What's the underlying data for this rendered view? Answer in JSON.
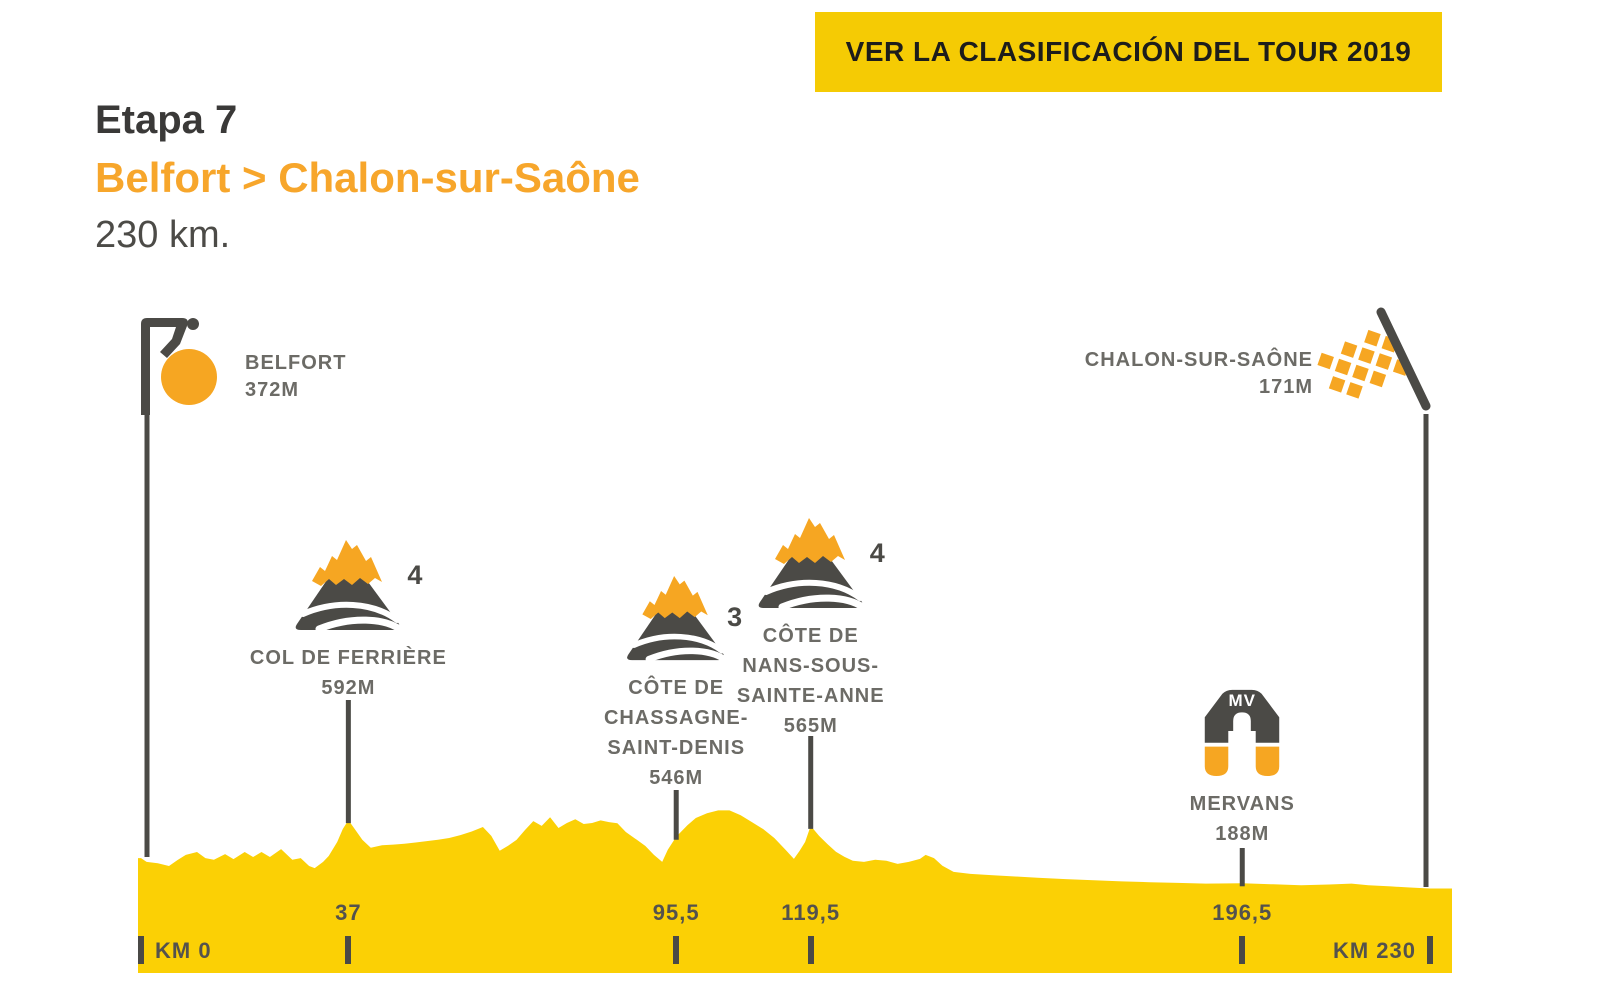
{
  "banner": {
    "label": "VER LA CLASIFICACIÓN DEL TOUR 2019"
  },
  "header": {
    "stage_label": "Etapa 7",
    "route": "Belfort > Chalon-sur-Saône",
    "distance": "230 km."
  },
  "colors": {
    "yellow": "#FBD005",
    "banner_yellow": "#F5CB04",
    "orange": "#F6A622",
    "dark_gray": "#4B4A46",
    "label_gray": "#6C6B66",
    "heading_dark": "#3A3938",
    "route_orange": "#F7A62B",
    "banner_text": "#1D1D1B"
  },
  "chart_data": {
    "type": "area",
    "title": "Etapa 7 — Belfort > Chalon-sur-Saône — perfil de la etapa",
    "x_unit": "km",
    "y_unit": "m",
    "xlim": [
      0,
      230
    ],
    "grid": false,
    "legend": false,
    "start": {
      "name": "BELFORT",
      "elevation_label": "372M",
      "elevation_m": 372,
      "km": 0
    },
    "finish": {
      "name": "CHALON-SUR-SAÔNE",
      "elevation_label": "171M",
      "elevation_m": 171,
      "km": 230
    },
    "waypoints": [
      {
        "kind": "climb",
        "category": "4",
        "name_lines": [
          "COL DE FERRIÈRE"
        ],
        "elevation_label": "592M",
        "elevation_m": 592,
        "km": 37,
        "tick_label": "37"
      },
      {
        "kind": "climb",
        "category": "3",
        "name_lines": [
          "CÔTE DE",
          "CHASSAGNE-",
          "SAINT-DENIS"
        ],
        "elevation_label": "546M",
        "elevation_m": 546,
        "km": 95.5,
        "tick_label": "95,5"
      },
      {
        "kind": "climb",
        "category": "4",
        "name_lines": [
          "CÔTE DE",
          "NANS-SOUS-",
          "SAINTE-ANNE"
        ],
        "elevation_label": "565M",
        "elevation_m": 565,
        "km": 119.5,
        "tick_label": "119,5"
      },
      {
        "kind": "sprint",
        "badge": "MV",
        "name_lines": [
          "MERVANS"
        ],
        "elevation_label": "188M",
        "elevation_m": 188,
        "km": 196.5,
        "tick_label": "196,5"
      }
    ],
    "axis": {
      "start_label": "KM 0",
      "end_label": "KM 230",
      "ticks": [
        {
          "km": 0,
          "label": "KM 0",
          "align": "after"
        },
        {
          "km": 37,
          "label": "37",
          "align": "center"
        },
        {
          "km": 95.5,
          "label": "95,5",
          "align": "center"
        },
        {
          "km": 119.5,
          "label": "119,5",
          "align": "center"
        },
        {
          "km": 196.5,
          "label": "196,5",
          "align": "center"
        },
        {
          "km": 230,
          "label": "KM 230",
          "align": "before"
        }
      ]
    },
    "profile_points": [
      [
        0,
        372
      ],
      [
        1,
        350
      ],
      [
        3,
        342
      ],
      [
        5,
        326
      ],
      [
        6.5,
        360
      ],
      [
        8,
        390
      ],
      [
        10,
        407
      ],
      [
        11.5,
        372
      ],
      [
        13,
        362
      ],
      [
        15,
        395
      ],
      [
        16.5,
        366
      ],
      [
        18.5,
        407
      ],
      [
        20,
        378
      ],
      [
        21.5,
        407
      ],
      [
        23,
        378
      ],
      [
        25,
        424
      ],
      [
        27,
        362
      ],
      [
        28.5,
        372
      ],
      [
        30,
        326
      ],
      [
        31,
        314
      ],
      [
        32.5,
        350
      ],
      [
        33.5,
        384
      ],
      [
        35,
        465
      ],
      [
        36,
        540
      ],
      [
        37,
        592
      ],
      [
        38,
        546
      ],
      [
        39.5,
        477
      ],
      [
        41,
        432
      ],
      [
        43,
        446
      ],
      [
        45,
        450
      ],
      [
        47,
        455
      ],
      [
        49,
        462
      ],
      [
        51,
        470
      ],
      [
        53,
        478
      ],
      [
        55,
        488
      ],
      [
        57,
        505
      ],
      [
        59,
        526
      ],
      [
        61,
        552
      ],
      [
        62.5,
        500
      ],
      [
        64,
        414
      ],
      [
        65.5,
        443
      ],
      [
        67,
        477
      ],
      [
        68.5,
        534
      ],
      [
        70,
        586
      ],
      [
        71.5,
        558
      ],
      [
        73,
        608
      ],
      [
        74.5,
        546
      ],
      [
        76,
        575
      ],
      [
        77.5,
        597
      ],
      [
        79,
        569
      ],
      [
        80.5,
        575
      ],
      [
        82,
        590
      ],
      [
        83.5,
        580
      ],
      [
        85,
        574
      ],
      [
        86.5,
        523
      ],
      [
        88.5,
        477
      ],
      [
        90,
        442
      ],
      [
        91.5,
        391
      ],
      [
        93,
        350
      ],
      [
        94,
        420
      ],
      [
        95.5,
        495
      ],
      [
        97.5,
        562
      ],
      [
        99,
        604
      ],
      [
        101,
        632
      ],
      [
        103,
        648
      ],
      [
        105,
        648
      ],
      [
        107,
        620
      ],
      [
        109,
        580
      ],
      [
        111,
        540
      ],
      [
        113,
        488
      ],
      [
        115,
        420
      ],
      [
        116.5,
        367
      ],
      [
        117.5,
        413
      ],
      [
        118.5,
        465
      ],
      [
        119.5,
        558
      ],
      [
        121,
        500
      ],
      [
        122.5,
        453
      ],
      [
        124,
        408
      ],
      [
        125.5,
        379
      ],
      [
        127,
        356
      ],
      [
        129,
        350
      ],
      [
        131,
        362
      ],
      [
        133,
        356
      ],
      [
        135,
        338
      ],
      [
        137,
        350
      ],
      [
        139,
        367
      ],
      [
        140,
        390
      ],
      [
        141.5,
        372
      ],
      [
        143,
        327
      ],
      [
        145,
        292
      ],
      [
        148,
        280
      ],
      [
        152,
        272
      ],
      [
        156,
        265
      ],
      [
        160,
        258
      ],
      [
        165,
        250
      ],
      [
        170,
        243
      ],
      [
        175,
        237
      ],
      [
        180,
        232
      ],
      [
        185,
        228
      ],
      [
        190,
        224
      ],
      [
        196.5,
        226
      ],
      [
        202,
        220
      ],
      [
        207,
        214
      ],
      [
        212,
        219
      ],
      [
        216,
        224
      ],
      [
        219,
        214
      ],
      [
        223,
        208
      ],
      [
        226,
        202
      ],
      [
        229,
        197
      ],
      [
        230,
        196
      ]
    ]
  }
}
